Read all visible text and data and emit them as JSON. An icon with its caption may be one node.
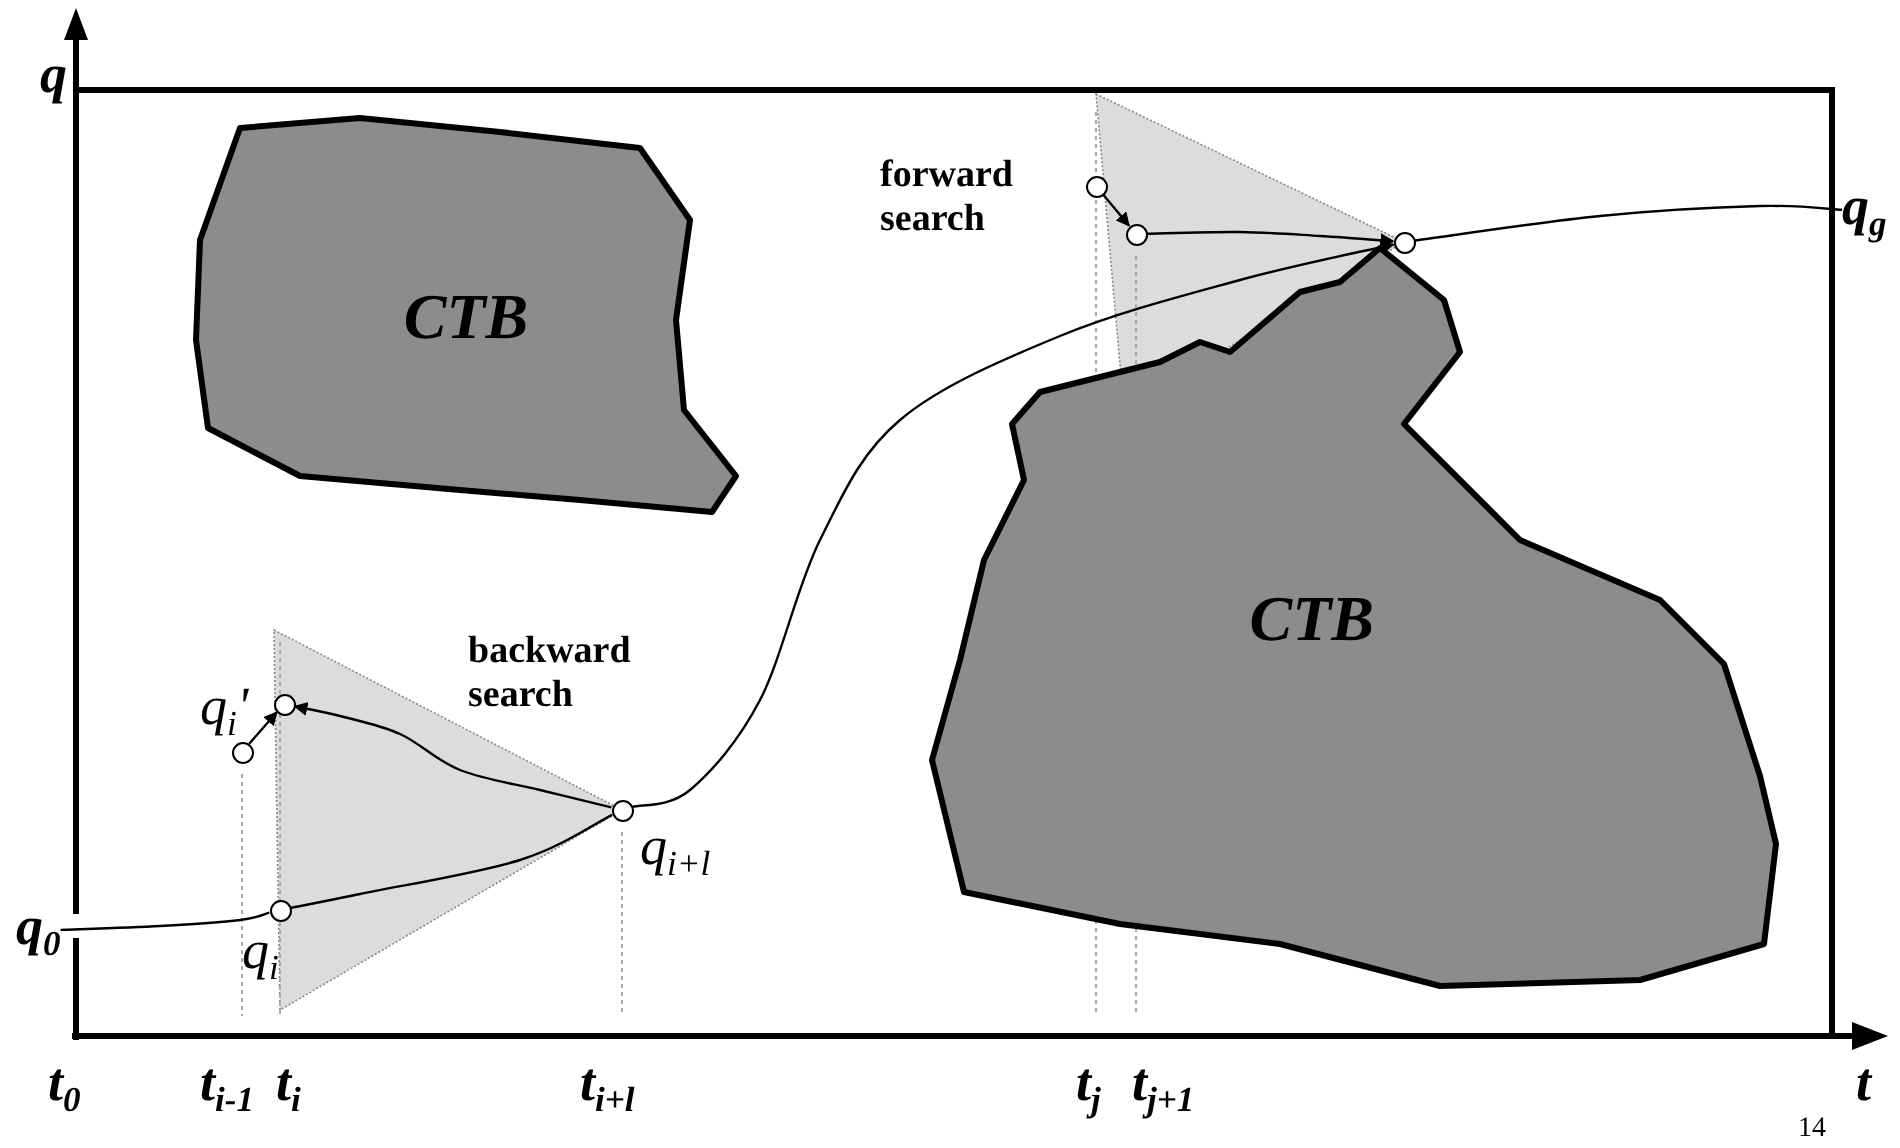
{
  "diagram": {
    "nodes": [
      {
        "text": [
          "CTB"
        ]
      },
      {
        "text": [
          "CTB"
        ]
      },
      {
        "text": [],
        "shape": "circle"
      },
      {
        "text": [],
        "shape": "circle",
        "beside": [
          "q$_{i}$'"
        ]
      },
      {
        "text": [],
        "shape": "circle",
        "beside": [
          "q$_{i}$"
        ]
      },
      {
        "text": [],
        "shape": "circle",
        "beside": [
          "q$_{i+l}$"
        ]
      },
      {
        "text": [],
        "shape": "circle"
      },
      {
        "text": [],
        "shape": "circle"
      },
      {
        "text": [],
        "shape": "circle"
      },
      {
        "text": [
          "q$_{0}$"
        ]
      },
      {
        "text": [
          "q$_{g}$"
        ]
      }
    ],
    "edges": [
      {
        "from": 9,
        "to": 4,
        "arrow": "none"
      },
      {
        "from": 4,
        "to": 5,
        "arrow": "none"
      },
      {
        "from": 5,
        "to": 3,
        "arrow": "to"
      },
      {
        "from": 2,
        "to": 3,
        "arrow": "to"
      },
      {
        "from": 5,
        "to": 8,
        "arrow": "to"
      },
      {
        "from": 6,
        "to": 7,
        "arrow": "to"
      },
      {
        "from": 7,
        "to": 8,
        "arrow": "to"
      },
      {
        "from": 8,
        "to": 10,
        "arrow": "none"
      }
    ],
    "labels": [
      "q",
      "forward search",
      "backward search",
      "t$_{0}$",
      "t$_{i-1}$",
      "t$_{i}$",
      "t$_{i+l}$",
      "t$_{j}$",
      "t$_{j+1}$",
      "t",
      "14"
    ]
  }
}
